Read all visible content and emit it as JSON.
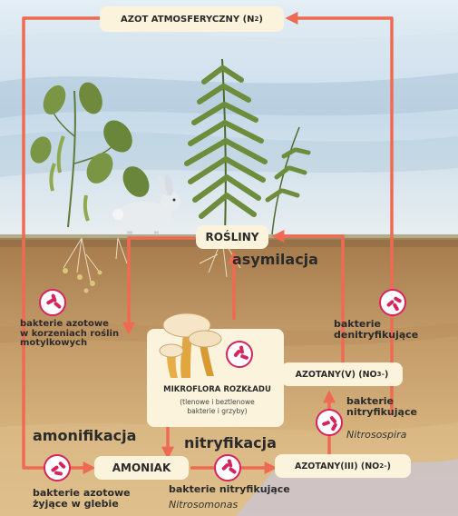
{
  "nodes": {
    "atmosphere": {
      "text": "AZOT ATMOSFERYCZNY (N",
      "sub": "2",
      "close": ")"
    },
    "plants": "ROŚLINY",
    "decomposers_title": "MIKROFLORA ROZKŁADU",
    "decomposers_note_1": "(tlenowe i beztlenowe",
    "decomposers_note_2": "bakterie i grzyby)",
    "ammonia": "AMONIAK",
    "nitrites": {
      "text": "AZOTANY(III) (NO",
      "sub": "2",
      "sup": "–",
      "close": ")"
    },
    "nitrates": {
      "text": "AZOTANY(V) (NO",
      "sub": "3",
      "sup": "–",
      "close": ")"
    }
  },
  "processes": {
    "assimilation": "asymilacja",
    "ammonification": "amonifikacja",
    "nitrification": "nitryfikacja"
  },
  "bacteria_labels": {
    "root_nodule": [
      "bakterie azotowe",
      "w korzeniach roślin",
      "motylkowych"
    ],
    "denitrifying": [
      "bakterie",
      "denitryfikujące"
    ],
    "nitrifying_right": [
      "bakterie",
      "nitryfikujące"
    ],
    "nitrosospira": "Nitrosospira",
    "soil_fixing": [
      "bakterie azotowe",
      "żyjące w glebie"
    ],
    "nitrifying_bottom": "bakterie nitryfikujące",
    "nitrosomonas": "Nitrosomonas"
  },
  "colors": {
    "arrow": "#ef6a52",
    "box_fill": "#fbf3dc",
    "bacteria": "#d6245e",
    "sky_top": "#cfe0ec",
    "soil": "#b5895a"
  },
  "icons": [
    "rabbit-icon",
    "fern-icon",
    "bean-plant-icon",
    "mushroom-icon",
    "bacteria-icon"
  ]
}
